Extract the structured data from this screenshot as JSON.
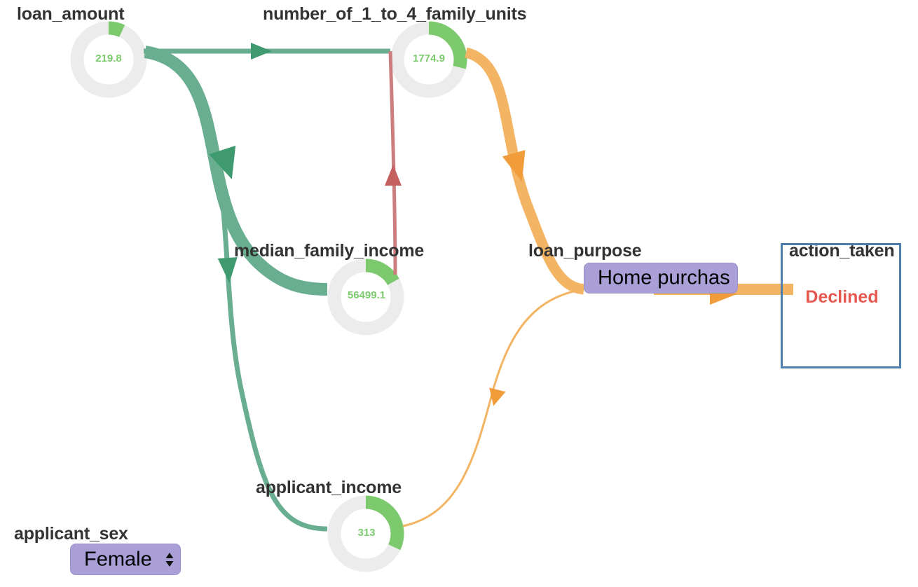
{
  "colors": {
    "green_edge": "#6aae91",
    "green_arrow": "#3f9a70",
    "red_edge": "#cc7d7d",
    "red_arrow": "#c46160",
    "orange_edge": "#f3b463",
    "orange_arrow": "#f09c3a",
    "gauge_track": "#ececec",
    "gauge_fill": "#7dca6e",
    "select_bg": "#ab9fd8",
    "result_border": "#4f7fae",
    "result_text": "#e6584f"
  },
  "nodes": {
    "loan_amount": {
      "label": "loan_amount",
      "value": "219.8",
      "fill_fraction": 0.07
    },
    "family_units": {
      "label": "number_of_1_to_4_family_units",
      "value": "1774.9",
      "fill_fraction": 0.29
    },
    "median_income": {
      "label": "median_family_income",
      "value": "56499.1",
      "fill_fraction": 0.17
    },
    "applicant_income": {
      "label": "applicant_income",
      "value": "313",
      "fill_fraction": 0.32
    },
    "loan_purpose": {
      "label": "loan_purpose",
      "selected": "Home purchas"
    },
    "applicant_sex": {
      "label": "applicant_sex",
      "selected": "Female"
    },
    "action_taken": {
      "label": "action_taken",
      "result": "Declined"
    }
  }
}
